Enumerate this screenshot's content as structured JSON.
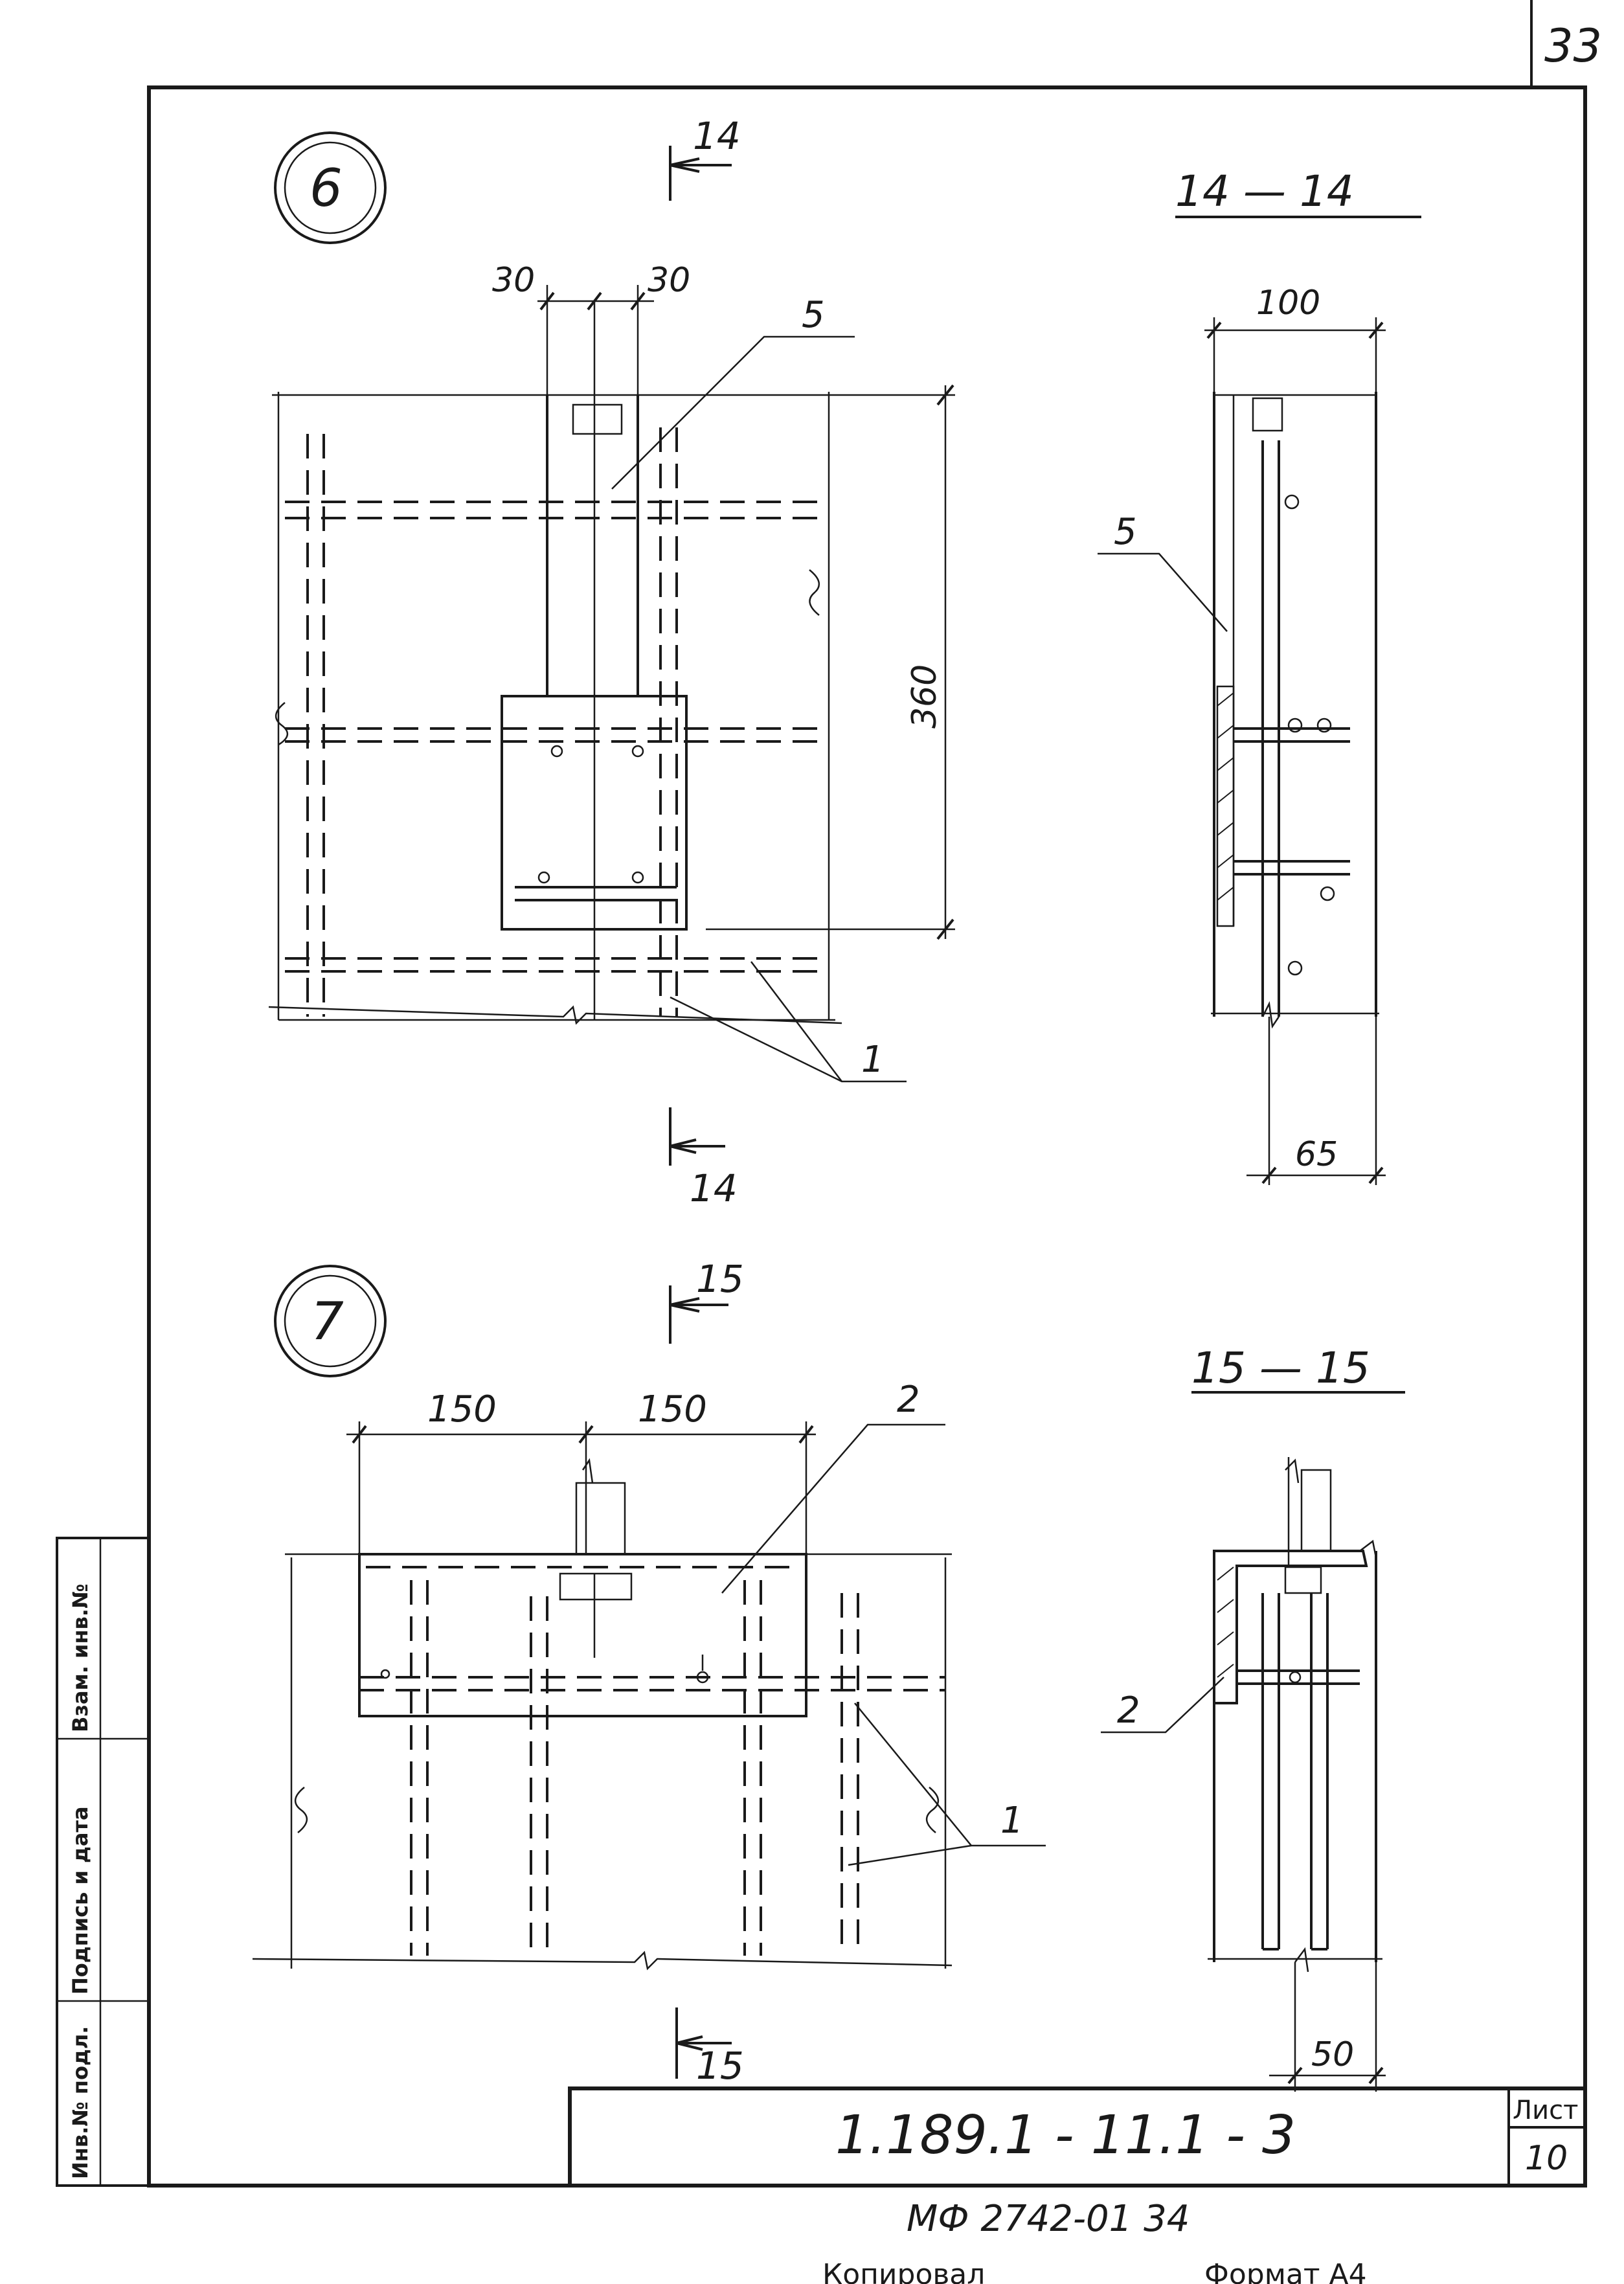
{
  "sheet": {
    "corner_number": "33",
    "stamp_code": "1.189.1 - 11.1 - 3",
    "sheet_label": "Лист",
    "sheet_number": "10",
    "bottom_code": "МФ 2742-01   34",
    "bottom_copied": "Копировал",
    "bottom_format": "Формат А4"
  },
  "side_stamp": {
    "inv_podl": "Инв.№ подл.",
    "podpis_data": "Подпись и дата",
    "vzam_inv": "Взам. инв.№"
  },
  "node6": {
    "number": "6",
    "cut_top": "14",
    "cut_bottom": "14",
    "dim_30_left": "30",
    "dim_30_right": "30",
    "dim_360": "360",
    "pos_5": "5",
    "pos_1": "1",
    "section_title": "14 — 14",
    "sec_dim_100": "100",
    "sec_dim_65": "65",
    "sec_pos_5": "5"
  },
  "node7": {
    "number": "7",
    "cut_top": "15",
    "cut_bottom": "15",
    "dim_150_left": "150",
    "dim_150_right": "150",
    "pos_2": "2",
    "pos_1": "1",
    "section_title": "15 — 15",
    "sec_dim_50": "50",
    "sec_pos_2": "2"
  }
}
